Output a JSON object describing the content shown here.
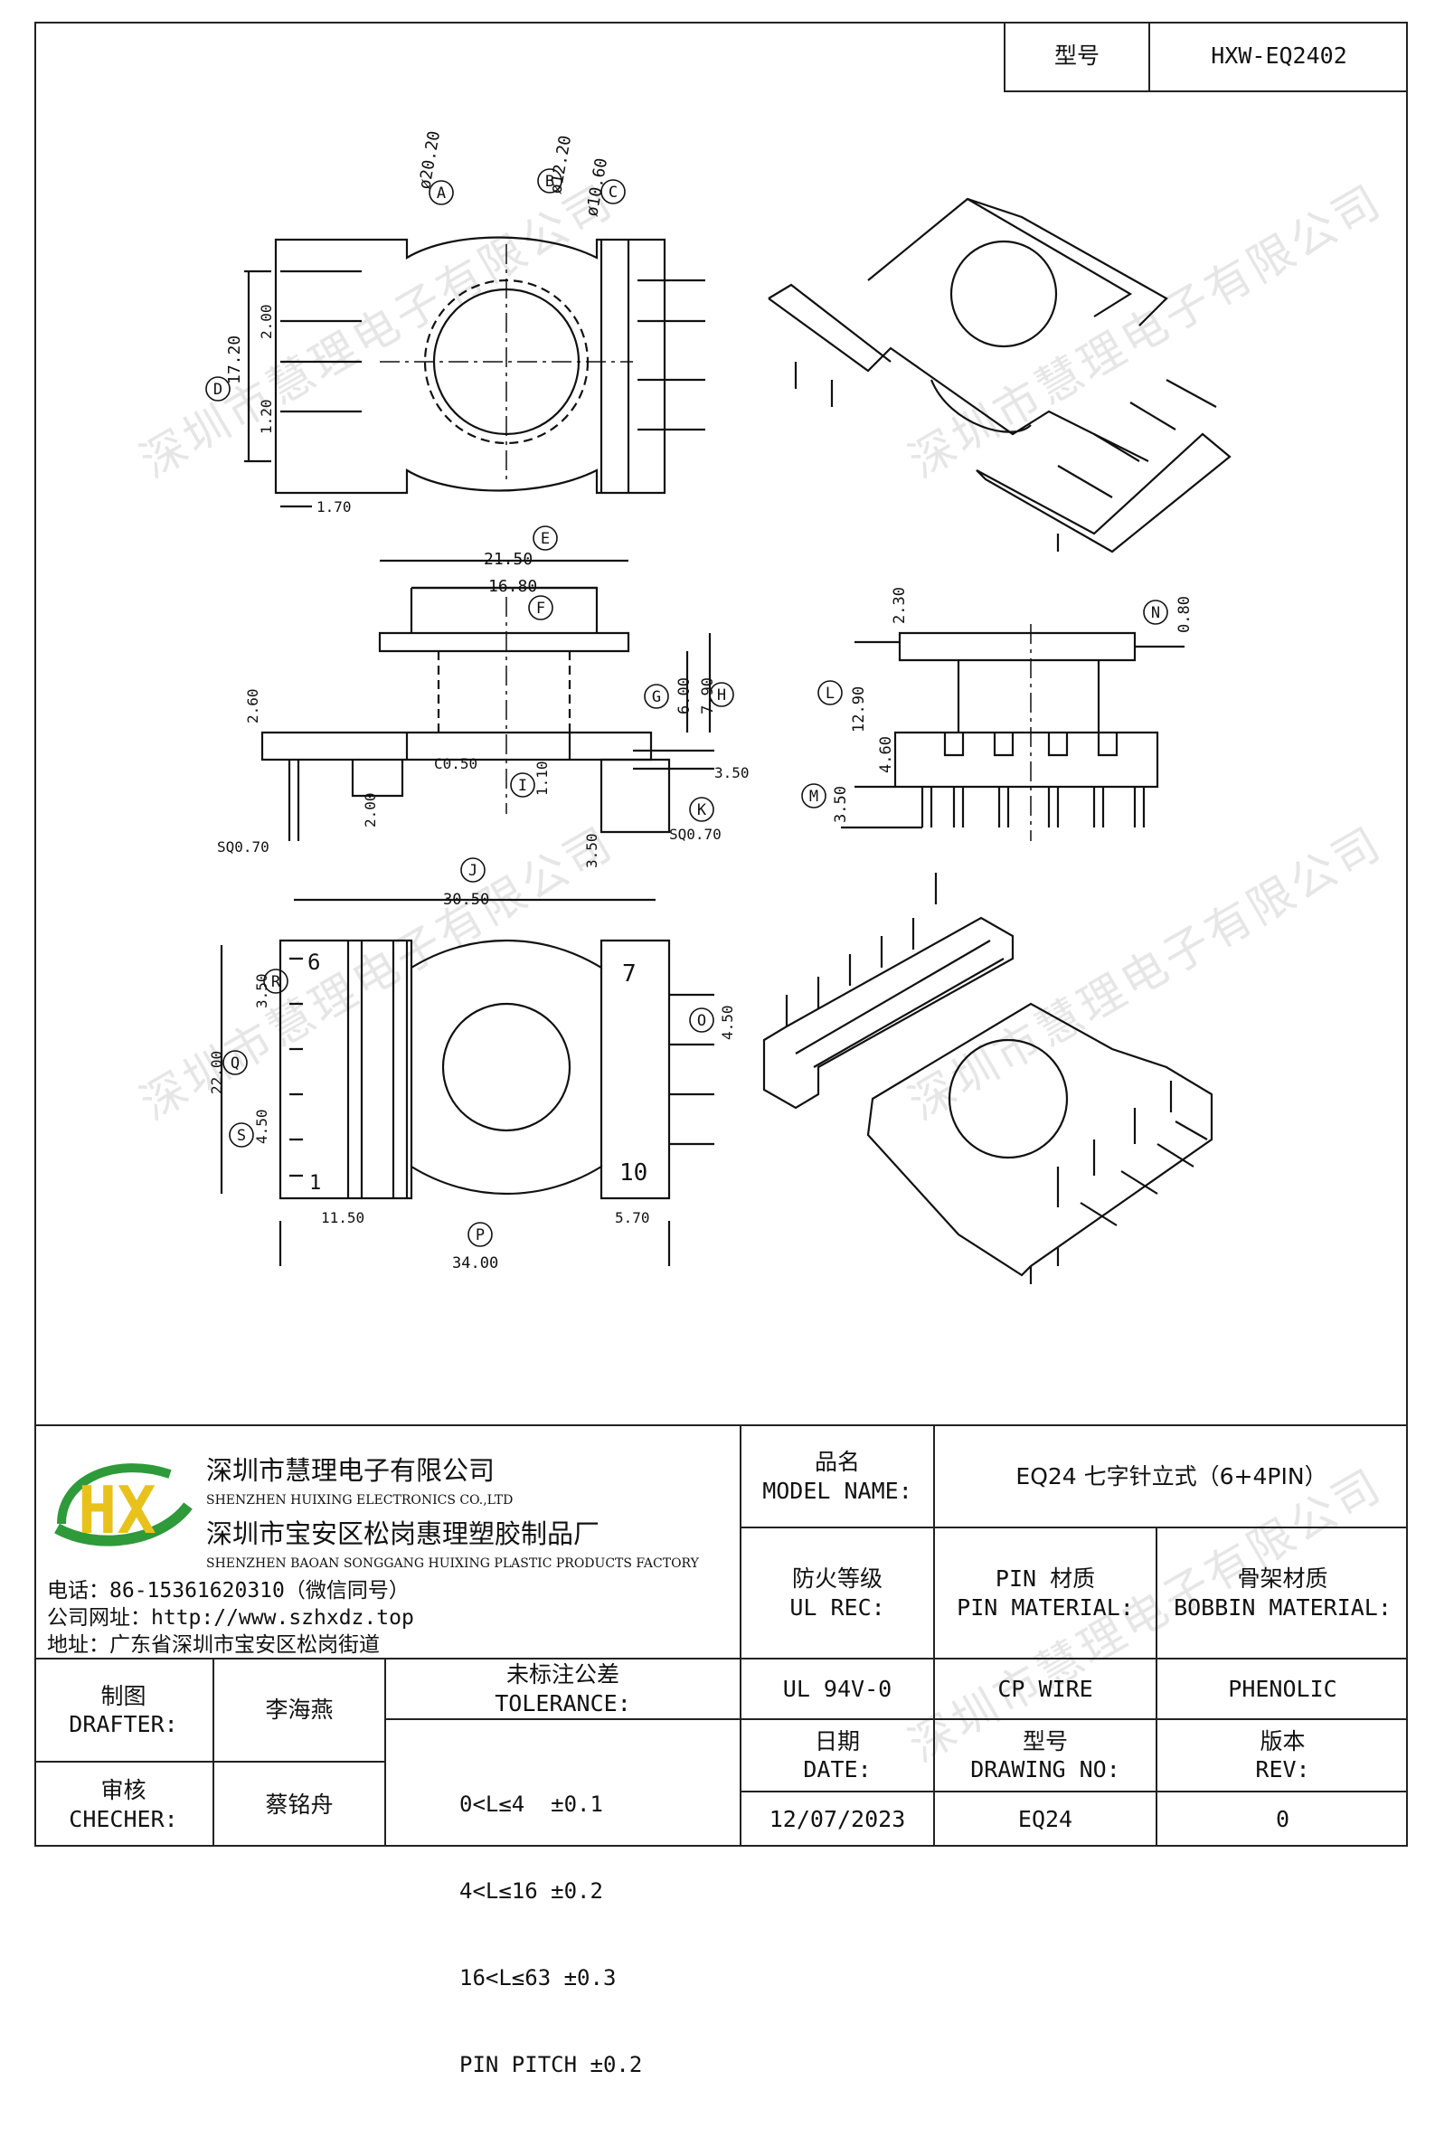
{
  "model_box": {
    "label": "型号",
    "value": "HXW-EQ2402"
  },
  "watermark": "深圳市慧理电子有限公司",
  "company": {
    "name1": "深圳市慧理电子有限公司",
    "name1_en": "SHENZHEN HUIXING ELECTRONICS CO.,LTD",
    "name2": "深圳市宝安区松岗惠理塑胶制品厂",
    "name2_en": "SHENZHEN BAOAN SONGGANG HUIXING PLASTIC PRODUCTS FACTORY",
    "phone": "电话：86-15361620310（微信同号）",
    "website": "公司网址：http://www.szhxdz.top",
    "address": "地址：广东省深圳市宝安区松岗街道",
    "logo_text": "HX"
  },
  "title_block": {
    "model_name_cn": "品名",
    "model_name_en": "MODEL NAME:",
    "model_name_value": "EQ24 七字针立式（6+4PIN）",
    "ul_cn": "防火等级",
    "ul_en": "UL REC:",
    "ul_value": "UL 94V-0",
    "pin_cn": "PIN 材质",
    "pin_en": "PIN MATERIAL:",
    "pin_value": "CP WIRE",
    "bobbin_cn": "骨架材质",
    "bobbin_en": "BOBBIN MATERIAL:",
    "bobbin_value": "PHENOLIC",
    "drafter_cn": "制图",
    "drafter_en": "DRAFTER:",
    "drafter_value": "李海燕",
    "checker_cn": "审核",
    "checker_en": "CHECHER:",
    "checker_value": "蔡铭舟",
    "tol_cn": "未标注公差",
    "tol_en": "TOLERANCE:",
    "tol_lines": [
      "0<L≤4  ±0.1",
      "4<L≤16 ±0.2",
      "16<L≤63 ±0.3",
      "PIN PITCH ±0.2"
    ],
    "date_cn": "日期",
    "date_en": "DATE:",
    "date_value": "12/07/2023",
    "dwg_cn": "型号",
    "dwg_en": "DRAWING NO:",
    "dwg_value": "EQ24",
    "rev_cn": "版本",
    "rev_en": "REV:",
    "rev_value": "0"
  },
  "dimensions": {
    "top_view": {
      "a": "ø20.20",
      "b": "ø12.20",
      "c": "ø10.60",
      "d": "17.20",
      "pitch1": "2.00",
      "pitch2": "1.20",
      "w": "1.70",
      "labels": [
        "A",
        "B",
        "C",
        "D"
      ]
    },
    "front_view": {
      "e": "21.50",
      "f": "16.80",
      "g": "6.00",
      "h": "7.90",
      "h2": "2.60",
      "chamfer": "C0.50",
      "i": "1.10",
      "j": "3.50",
      "k": "SQ0.70",
      "sq": "SQ0.70",
      "d2": "2.00",
      "d3": "3.50",
      "labels": [
        "E",
        "F",
        "G",
        "H",
        "I",
        "K"
      ]
    },
    "side_view": {
      "top": "2.30",
      "n": "0.80",
      "l": "12.90",
      "mid": "4.60",
      "m": "3.50",
      "labels": [
        "N",
        "L",
        "M"
      ]
    },
    "bottom_view": {
      "j": "30.50",
      "r": "3.50",
      "q": "22.00",
      "s": "4.50",
      "o": "4.50",
      "left": "11.50",
      "right": "5.70",
      "p": "34.00",
      "pin6": "6",
      "pin7": "7",
      "pin10": "10",
      "pin1": "1",
      "labels": [
        "J",
        "R",
        "Q",
        "S",
        "O",
        "P"
      ]
    }
  }
}
